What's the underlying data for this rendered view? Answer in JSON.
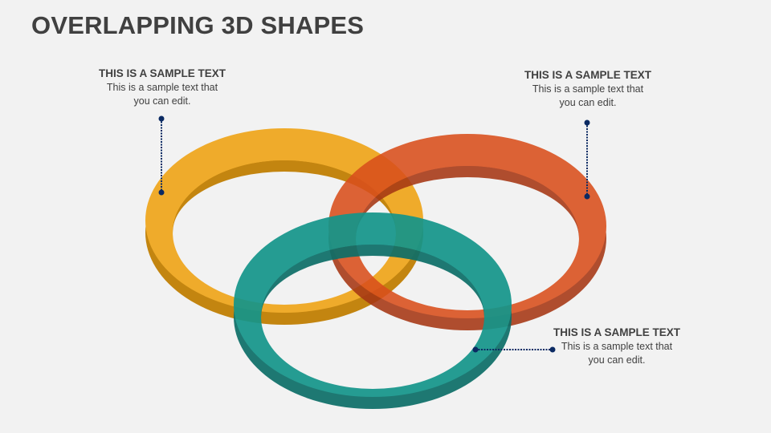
{
  "slide": {
    "title": "OVERLAPPING 3D SHAPES"
  },
  "callouts": [
    {
      "heading": "THIS IS A SAMPLE TEXT",
      "line1": "This is a sample text that",
      "line2": "you can edit.",
      "ring": "yellow"
    },
    {
      "heading": "THIS IS A SAMPLE TEXT",
      "line1": "This is a sample text that",
      "line2": "you can edit.",
      "ring": "red"
    },
    {
      "heading": "THIS IS A SAMPLE TEXT",
      "line1": "This is a sample text that",
      "line2": "you can edit.",
      "ring": "teal"
    }
  ],
  "colors": {
    "background": "#f2f2f2",
    "title_text": "#404040",
    "yellow_top": "#efab2b",
    "yellow_side": "#c38510",
    "red_top": "#d94f1c",
    "red_side": "#a63714",
    "teal_top": "#14958a",
    "teal_side": "#0d6e68",
    "connector": "#0b2a63"
  }
}
